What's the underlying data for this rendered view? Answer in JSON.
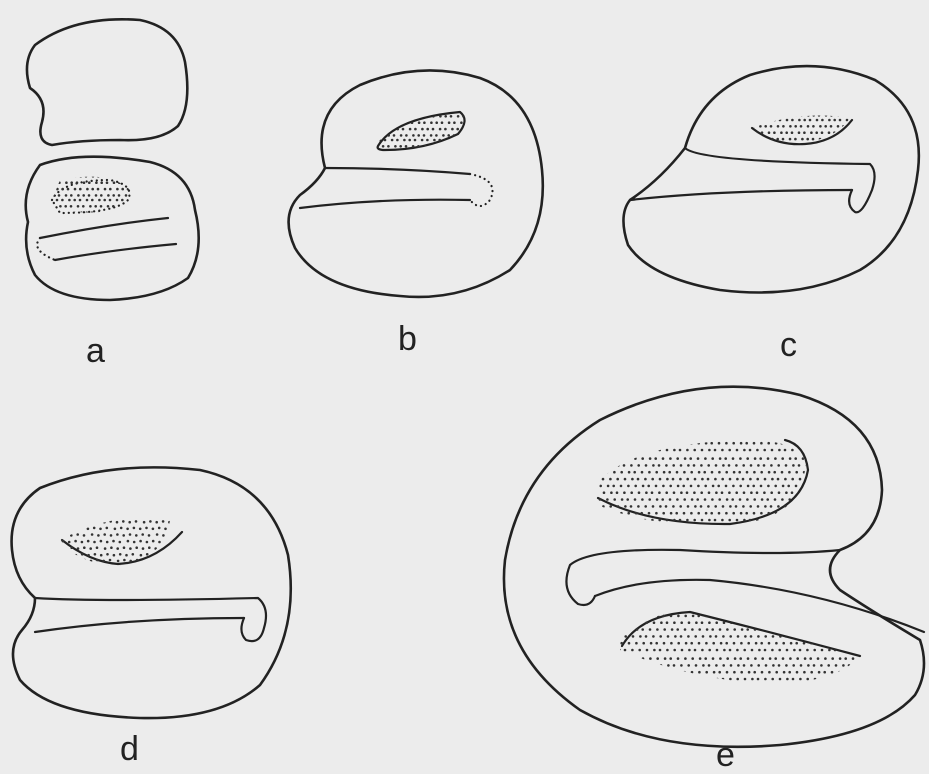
{
  "figure": {
    "panels": [
      {
        "id": "a",
        "label": "a"
      },
      {
        "id": "b",
        "label": "b"
      },
      {
        "id": "c",
        "label": "c"
      },
      {
        "id": "d",
        "label": "d"
      },
      {
        "id": "e",
        "label": "e"
      }
    ],
    "colors": {
      "background": "#ececec",
      "ink": "#222222"
    }
  }
}
